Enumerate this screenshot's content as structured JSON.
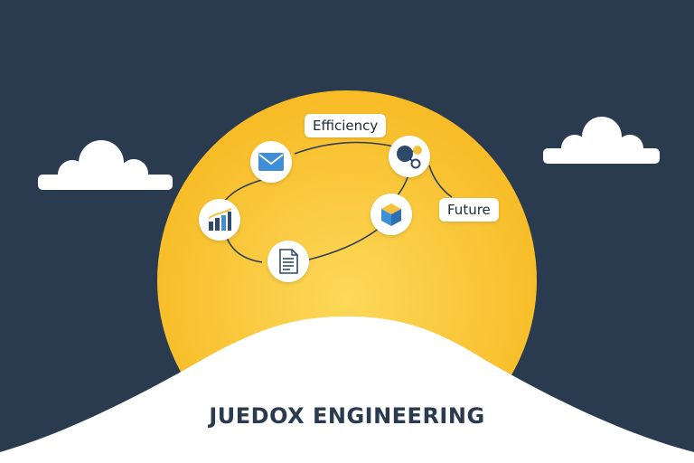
{
  "brand": {
    "name": "JUEDOX ENGINEERING"
  },
  "labels": {
    "efficiency": "Efficiency",
    "future": "Future"
  },
  "icons": [
    "envelope-icon",
    "bar-chart-icon",
    "document-icon",
    "cube-icon",
    "network-nodes-icon",
    "cloud-icon"
  ],
  "colors": {
    "background": "#2a3a4f",
    "sun": "#fcc93a",
    "sun_edge": "#f5b624",
    "hill": "#ffffff",
    "icon_blue": "#3f8fd6",
    "icon_dark": "#2f4a6a",
    "icon_yellow": "#f6c23e"
  }
}
